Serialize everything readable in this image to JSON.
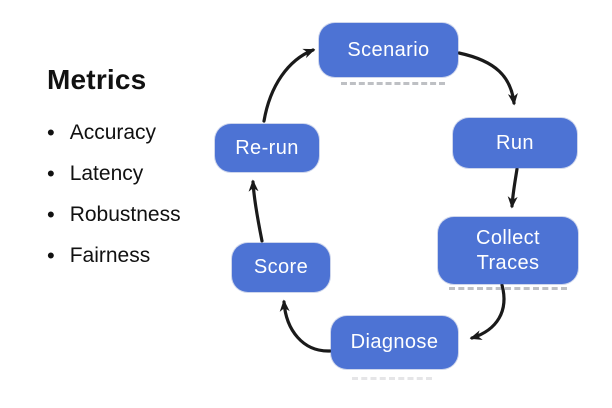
{
  "metrics_panel": {
    "heading": "Metrics",
    "items": [
      {
        "label": "Accuracy"
      },
      {
        "label": "Latency"
      },
      {
        "label": "Robustness"
      },
      {
        "label": "Fairness"
      }
    ],
    "bullet_glyph": "•"
  },
  "cycle": {
    "nodes": [
      {
        "id": "scenario",
        "label": "Scenario"
      },
      {
        "id": "run",
        "label": "Run"
      },
      {
        "id": "collect-traces",
        "label": "Collect\nTraces"
      },
      {
        "id": "diagnose",
        "label": "Diagnose"
      },
      {
        "id": "score",
        "label": "Score"
      },
      {
        "id": "re-run",
        "label": "Re-run"
      }
    ],
    "edges": [
      {
        "from": "scenario",
        "to": "run"
      },
      {
        "from": "run",
        "to": "collect-traces"
      },
      {
        "from": "collect-traces",
        "to": "diagnose"
      },
      {
        "from": "diagnose",
        "to": "score"
      },
      {
        "from": "score",
        "to": "re-run"
      },
      {
        "from": "re-run",
        "to": "scenario"
      }
    ]
  },
  "colors": {
    "node_fill": "#4d73d4",
    "node_text": "#ffffff",
    "arrow": "#1a1a1a",
    "text": "#111111",
    "background": "#ffffff"
  }
}
